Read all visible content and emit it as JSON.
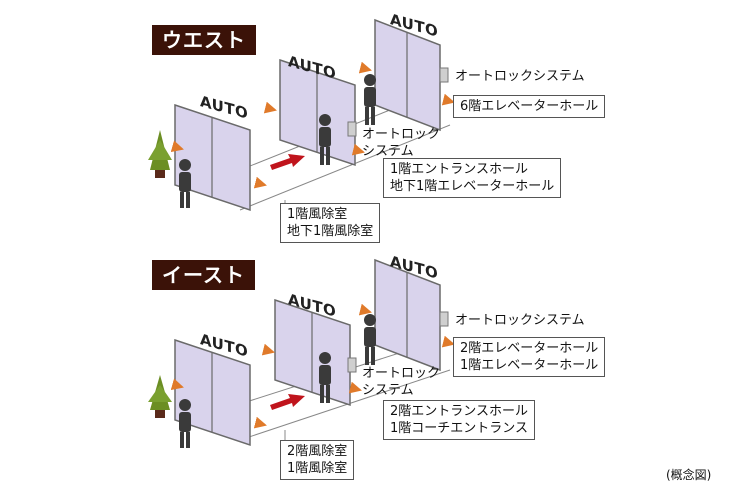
{
  "diagram": {
    "west": {
      "tag": "ウエスト",
      "doors": [
        "AUTO",
        "AUTO",
        "AUTO"
      ],
      "top_lock": "オートロックシステム",
      "top_hall": "6階エレベーターホール",
      "mid_lock": [
        "オートロック",
        "システム"
      ],
      "mid_hall": [
        "1階エントランスホール",
        "地下1階エレベーターホール"
      ],
      "vestibule": [
        "1階風除室",
        "地下1階風除室"
      ]
    },
    "east": {
      "tag": "イースト",
      "doors": [
        "AUTO",
        "AUTO",
        "AUTO"
      ],
      "top_lock": "オートロックシステム",
      "top_hall": [
        "2階エレベーターホール",
        "1階エレベーターホール"
      ],
      "mid_lock": [
        "オートロック",
        "システム"
      ],
      "mid_hall": [
        "2階エントランスホール",
        "1階コーチエントランス"
      ],
      "vestibule": [
        "2階風除室",
        "1階風除室"
      ]
    },
    "note": "(概念図)"
  },
  "colors": {
    "tag_bg": "#3b1208",
    "glass": "#d9d3ec",
    "frame": "#6a6a6a",
    "person": "#3a3a3a",
    "orange_arrow": "#e07a2a",
    "red_arrow": "#c0141c",
    "plant": "#6b8e23"
  }
}
